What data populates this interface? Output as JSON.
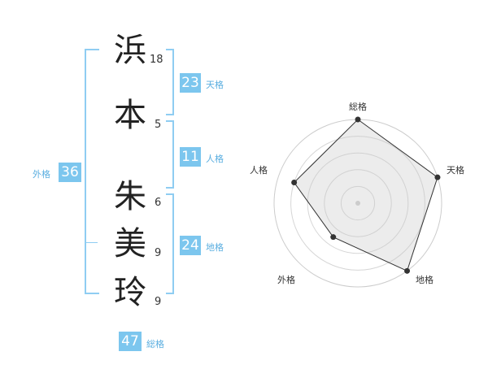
{
  "name": {
    "chars": [
      {
        "char": "浜",
        "strokes": "18"
      },
      {
        "char": "本",
        "strokes": "5"
      },
      {
        "char": "朱",
        "strokes": "6"
      },
      {
        "char": "美",
        "strokes": "9"
      },
      {
        "char": "玲",
        "strokes": "9"
      }
    ]
  },
  "fortunes": {
    "tenkaku": {
      "value": "23",
      "label": "天格"
    },
    "jinkaku": {
      "value": "11",
      "label": "人格"
    },
    "chikaku": {
      "value": "24",
      "label": "地格"
    },
    "gaikaku": {
      "value": "36",
      "label": "外格"
    },
    "soukaku": {
      "value": "47",
      "label": "総格"
    }
  },
  "colors": {
    "accent": "#7cc6ee",
    "bracket": "#8fcdf2",
    "radar_fill": "#efefef"
  },
  "chart_data": {
    "type": "radar",
    "axes": [
      "総格",
      "天格",
      "地格",
      "外格",
      "人格"
    ],
    "values": [
      1.0,
      1.0,
      1.0,
      0.5,
      0.8
    ],
    "range": [
      0,
      1
    ],
    "rings": 5
  }
}
